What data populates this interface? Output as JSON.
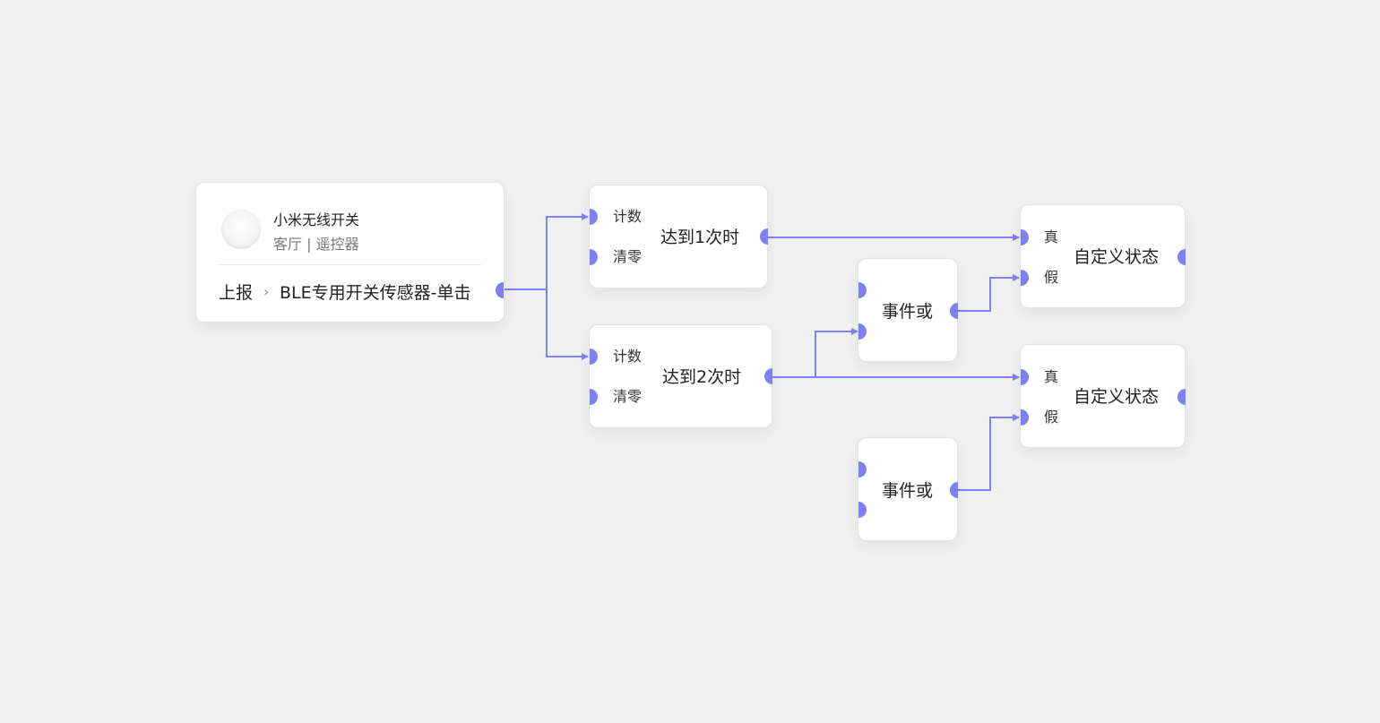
{
  "device": {
    "name": "小米无线开关",
    "location": "客厅 | 遥控器",
    "event_type": "上报",
    "event_name": "BLE专用开关传感器-单击"
  },
  "counter_1": {
    "title": "达到1次时",
    "in_count": "计数",
    "in_reset": "清零"
  },
  "counter_2": {
    "title": "达到2次时",
    "in_count": "计数",
    "in_reset": "清零"
  },
  "or_1": {
    "title": "事件或"
  },
  "or_2": {
    "title": "事件或"
  },
  "state_1": {
    "title": "自定义状态",
    "in_true": "真",
    "in_false": "假"
  },
  "state_2": {
    "title": "自定义状态",
    "in_true": "真",
    "in_false": "假"
  },
  "colors": {
    "wire": "#8080f5",
    "port": "#8080f5",
    "port_alt": "#2cc26a",
    "background": "#f0f0f0"
  }
}
